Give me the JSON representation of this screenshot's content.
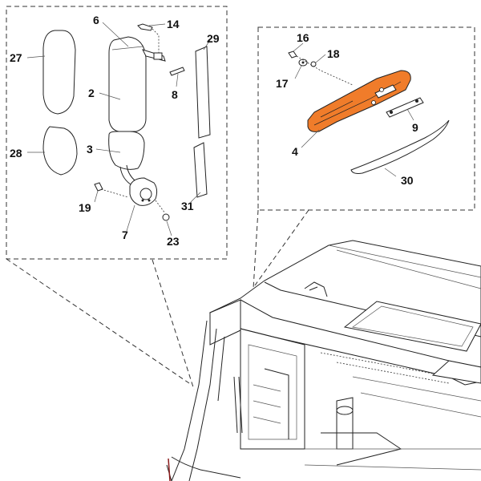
{
  "callouts": {
    "c27": "27",
    "c6": "6",
    "c14": "14",
    "c29": "29",
    "c2": "2",
    "c8": "8",
    "c28": "28",
    "c3": "3",
    "c19": "19",
    "c7": "7",
    "c23": "23",
    "c31": "31",
    "c16": "16",
    "c18": "18",
    "c17": "17",
    "c9": "9",
    "c4": "4",
    "c30": "30"
  },
  "colors": {
    "highlight": "#f07c2a",
    "line": "#222222",
    "background": "#ffffff"
  }
}
